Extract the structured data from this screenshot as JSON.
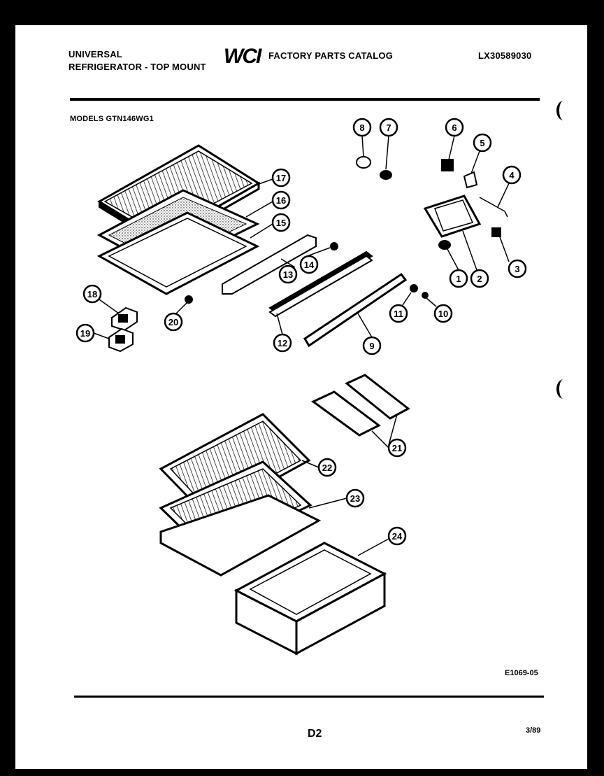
{
  "header": {
    "brand": "UNIVERSAL",
    "subtitle": "REFRIGERATOR - TOP MOUNT",
    "logo_text": "WCI",
    "catalog": "FACTORY PARTS CATALOG",
    "catalog_code": "LX30589030",
    "models": "MODELS GTN146WG1"
  },
  "footer": {
    "figure_code": "E1069-05",
    "page": "D2",
    "date": "3/89"
  },
  "callouts": [
    "1",
    "2",
    "3",
    "4",
    "5",
    "6",
    "7",
    "8",
    "9",
    "10",
    "11",
    "12",
    "13",
    "14",
    "15",
    "16",
    "17",
    "18",
    "19",
    "20",
    "21",
    "22",
    "23",
    "24"
  ]
}
